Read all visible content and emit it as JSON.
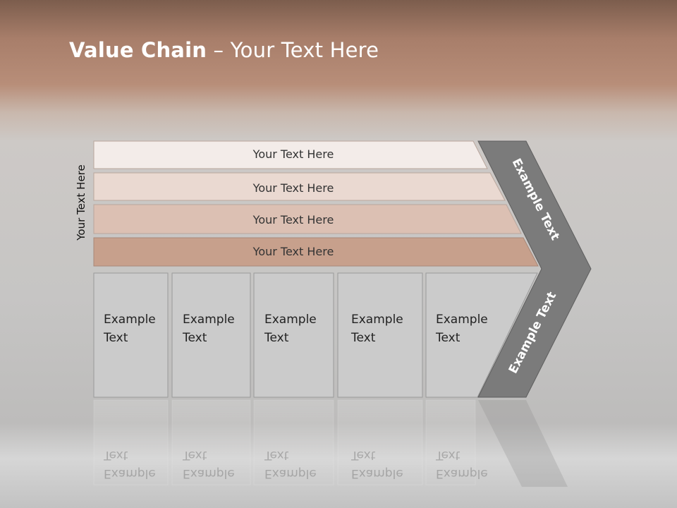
{
  "title": {
    "bold": "Value Chain",
    "rest": "– Your Text Here"
  },
  "side_label": "Your Text Here",
  "bars": [
    "Your Text Here",
    "Your Text Here",
    "Your Text Here",
    "Your Text Here"
  ],
  "boxes": [
    {
      "line1": "Example",
      "line2": "Text"
    },
    {
      "line1": "Example",
      "line2": "Text"
    },
    {
      "line1": "Example",
      "line2": "Text"
    },
    {
      "line1": "Example",
      "line2": "Text"
    },
    {
      "line1": "Example",
      "line2": "Text"
    }
  ],
  "chevron": {
    "upper": "Example Text",
    "lower": "Example Text"
  },
  "colors": {
    "bar_1": "#f3ece9",
    "bar_2": "#ead9d1",
    "bar_3": "#dcc0b3",
    "bar_4": "#c7a08c",
    "chevron": "#7b7b7b",
    "box": "#cbcbcb"
  }
}
